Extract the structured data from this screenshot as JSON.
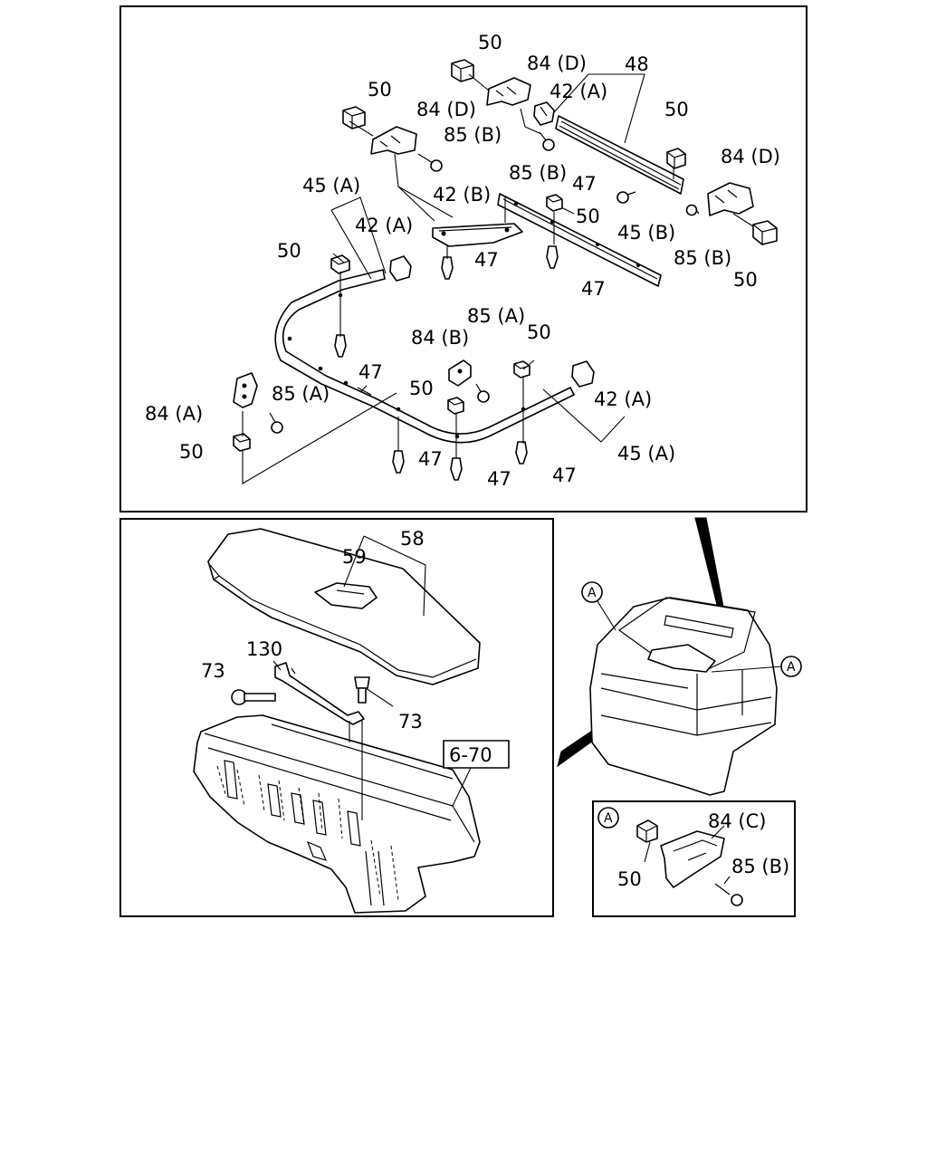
{
  "upper_panel": {
    "labels": {
      "c50_top": "50",
      "c84d_top": "84 (D)",
      "c48": "48",
      "c42a_top": "42 (A)",
      "c50_left": "50",
      "c84d_left": "84 (D)",
      "c85b_left": "85 (B)",
      "c50_right": "50",
      "c85b_mid": "85 (B)",
      "c84d_right": "84 (D)",
      "c47_right": "47",
      "c42b": "42 (B)",
      "c50_mid": "50",
      "c45a_top": "45 (A)",
      "c42a_left": "42 (A)",
      "c45b": "45 (B)",
      "c85b_right": "85 (B)",
      "c50_left2": "50",
      "c47_upper": "47",
      "c47_mid_right": "47",
      "c50_far_right": "50",
      "c85a_center": "85 (A)",
      "c84b": "84 (B)",
      "c50_center": "50",
      "c47_left": "47",
      "c50_center2": "50",
      "c42a_lower": "42 (A)",
      "c84a": "84 (A)",
      "c85a_left": "85 (A)",
      "c50_bottom_left": "50",
      "c45a_lower": "45 (A)",
      "c47_b1": "47",
      "c47_b2": "47",
      "c47_b3": "47"
    }
  },
  "lower_left_panel": {
    "labels": {
      "c58": "58",
      "c59": "59",
      "c130": "130",
      "c73_left": "73",
      "c73_right": "73",
      "ref_6_70": "6-70"
    }
  },
  "vehicle_view": {
    "callout_a_left": "A",
    "callout_a_right": "A"
  },
  "detail_a_panel": {
    "callout": "A",
    "labels": {
      "c84c": "84 (C)",
      "c50": "50",
      "c85b": "85 (B)"
    }
  }
}
